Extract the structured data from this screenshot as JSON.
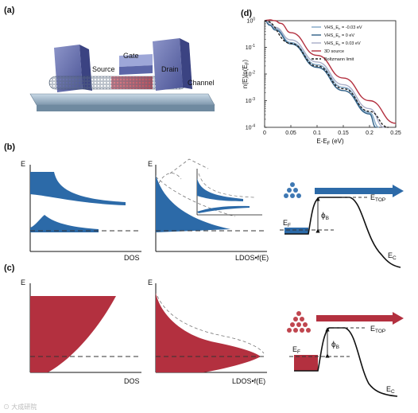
{
  "panels": {
    "a": {
      "label": "(a)",
      "text": {
        "gate": "Gate",
        "source": "Source",
        "drain": "Drain",
        "channel": "Channel"
      }
    },
    "b": {
      "label": "(b)",
      "left_plot": {
        "ylabel": "E",
        "xlabel": "DOS"
      },
      "mid_plot": {
        "ylabel": "E",
        "xlabel": "LDOS•f(E)"
      },
      "band": {
        "e_top": "E",
        "e_top_sub": "TOP",
        "e_f": "E",
        "e_f_sub": "F",
        "phi": "ϕ",
        "phi_sub": "B",
        "e_c": "E",
        "e_c_sub": "C"
      },
      "color": "#2c6aa8"
    },
    "c": {
      "label": "(c)",
      "left_plot": {
        "ylabel": "E",
        "xlabel": "DOS"
      },
      "mid_plot": {
        "ylabel": "E",
        "xlabel": "LDOS•f(E)"
      },
      "band": {
        "e_top": "E",
        "e_top_sub": "TOP",
        "e_f": "E",
        "e_f_sub": "F",
        "phi": "ϕ",
        "phi_sub": "B",
        "e_c": "E",
        "e_c_sub": "C"
      },
      "color": "#b3303f"
    },
    "d": {
      "label": "(d)"
    }
  },
  "watermark": "⊙ 大成研院",
  "chart_data": {
    "type": "line",
    "xlabel": "E-E",
    "xlabel_sub": "F",
    "xlabel_unit": " (eV)",
    "ylabel": "n(E)/n(E",
    "ylabel_sub": "F",
    "ylabel_end": ")",
    "xlim": [
      0,
      0.25
    ],
    "ylim_log10": [
      -4,
      0
    ],
    "log_y": true,
    "xticks": [
      "0",
      "0.05",
      "0.1",
      "0.15",
      "0.2",
      "0.25"
    ],
    "yticks": [
      {
        "base": "10",
        "exp": "0"
      },
      {
        "base": "10",
        "exp": "-1"
      },
      {
        "base": "10",
        "exp": "-2"
      },
      {
        "base": "10",
        "exp": "-3"
      },
      {
        "base": "10",
        "exp": "-4"
      }
    ],
    "legend_position": "top-right",
    "series": [
      {
        "name": "VHS_E = -0.03 eV",
        "label_main": "VHS_E",
        "label_sub": "F",
        "label_tail": " = -0.03 eV",
        "color": "#7fa6c6",
        "dash": false,
        "x": [
          0,
          0.01,
          0.02,
          0.05,
          0.1,
          0.15,
          0.2,
          0.218
        ],
        "y_log10": [
          0,
          -0.15,
          -0.3,
          -0.82,
          -1.65,
          -2.5,
          -3.45,
          -4
        ]
      },
      {
        "name": "VHS_E = 0 eV",
        "label_main": "VHS_E",
        "label_sub": "F",
        "label_tail": " = 0 eV",
        "color": "#2f5f86",
        "dash": false,
        "x": [
          0,
          0.01,
          0.02,
          0.05,
          0.1,
          0.15,
          0.2,
          0.212
        ],
        "y_log10": [
          0,
          -0.17,
          -0.35,
          -0.87,
          -1.75,
          -2.62,
          -3.5,
          -4
        ]
      },
      {
        "name": "VHS_E = 0.03 eV",
        "label_main": "VHS_E",
        "label_sub": "F",
        "label_tail": " = 0.03 eV",
        "color": "#a9aec8",
        "dash": false,
        "x": [
          0,
          0.01,
          0.02,
          0.05,
          0.1,
          0.15,
          0.2,
          0.228
        ],
        "y_log10": [
          0,
          -0.08,
          -0.25,
          -0.72,
          -1.55,
          -2.4,
          -3.3,
          -4
        ]
      },
      {
        "name": "3D source",
        "label_main": "3D source",
        "label_sub": "",
        "label_tail": "",
        "color": "#b3303f",
        "dash": false,
        "x": [
          0,
          0.005,
          0.01,
          0.02,
          0.03,
          0.05,
          0.1,
          0.15,
          0.2,
          0.25
        ],
        "y_log10": [
          0,
          0.02,
          0.03,
          0.0,
          -0.1,
          -0.45,
          -1.3,
          -2.15,
          -3.0,
          -3.85
        ]
      },
      {
        "name": "Boltzmann limit",
        "label_main": "Boltzmann limit",
        "label_sub": "",
        "label_tail": "",
        "color": "#222222",
        "dash": true,
        "x": [
          0,
          0.05,
          0.1,
          0.15,
          0.2,
          0.236
        ],
        "y_log10": [
          0,
          -0.85,
          -1.7,
          -2.55,
          -3.4,
          -4
        ]
      }
    ]
  }
}
